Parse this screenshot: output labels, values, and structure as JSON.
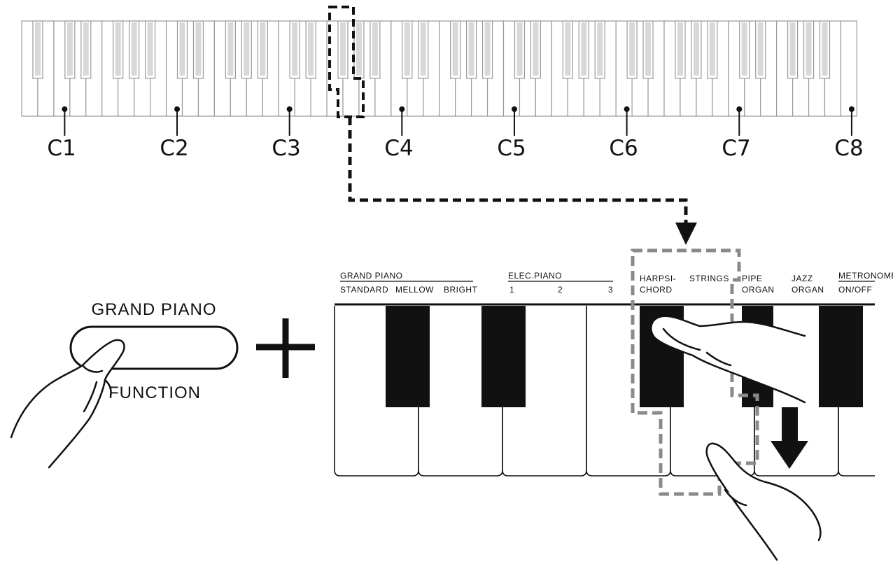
{
  "overview_keyboard": {
    "octave_labels": [
      "C1",
      "C2",
      "C3",
      "C4",
      "C5",
      "C6",
      "C7",
      "C8"
    ]
  },
  "function_button": {
    "top_label": "GRAND PIANO",
    "bottom_label": "FUNCTION"
  },
  "plus_sign": "+",
  "detail_keyboard": {
    "groups": [
      {
        "name": "GRAND PIANO",
        "tones": [
          "STANDARD",
          "MELLOW",
          "BRIGHT"
        ]
      },
      {
        "name": "ELEC.PIANO",
        "tones": [
          "1",
          "2",
          "3"
        ]
      }
    ],
    "tones": [
      {
        "line1": "HARPSI-",
        "line2": "CHORD"
      },
      {
        "line1": "STRINGS",
        "line2": ""
      },
      {
        "line1": "PIPE",
        "line2": "ORGAN"
      },
      {
        "line1": "JAZZ",
        "line2": "ORGAN"
      },
      {
        "line1": "METRONOME",
        "line2": "ON/OFF"
      }
    ]
  },
  "colors": {
    "ink": "#111111",
    "key_outline": "#9a9a9a",
    "highlight_dashes": "#8a8a8a"
  },
  "icons": [
    "pointing-hand-icon",
    "down-arrow-icon",
    "dashed-callout-arrow-icon"
  ]
}
